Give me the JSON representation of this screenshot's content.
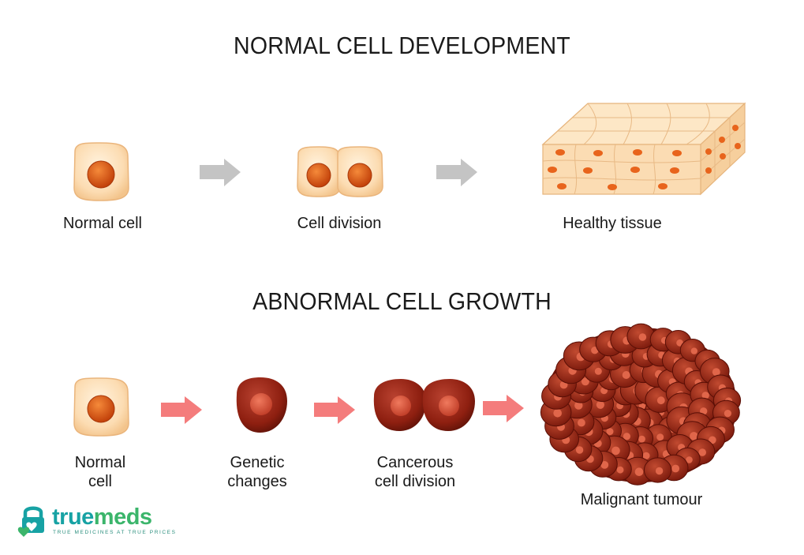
{
  "normal": {
    "title": "NORMAL CELL DEVELOPMENT",
    "stages": [
      "Normal cell",
      "Cell division",
      "Healthy tissue"
    ]
  },
  "abnormal": {
    "title": "ABNORMAL CELL GROWTH",
    "stages": [
      {
        "line1": "Normal",
        "line2": "cell"
      },
      {
        "line1": "Genetic",
        "line2": "changes"
      },
      {
        "line1": "Cancerous",
        "line2": "cell division"
      },
      {
        "line1": "Malignant tumour",
        "line2": ""
      }
    ]
  },
  "logo": {
    "brand_part1": "true",
    "brand_part2": "meds",
    "tagline": "TRUE MEDICINES AT TRUE PRICES"
  },
  "colors": {
    "cell_fill": "#fbdcb4",
    "nucleus": "#d9520f",
    "arrow_gray": "#c4c4c4",
    "arrow_pink": "#f47c7c",
    "cancer_cell": "#8e1f10",
    "logo_teal": "#17a2a4",
    "logo_green": "#3bb56b"
  }
}
